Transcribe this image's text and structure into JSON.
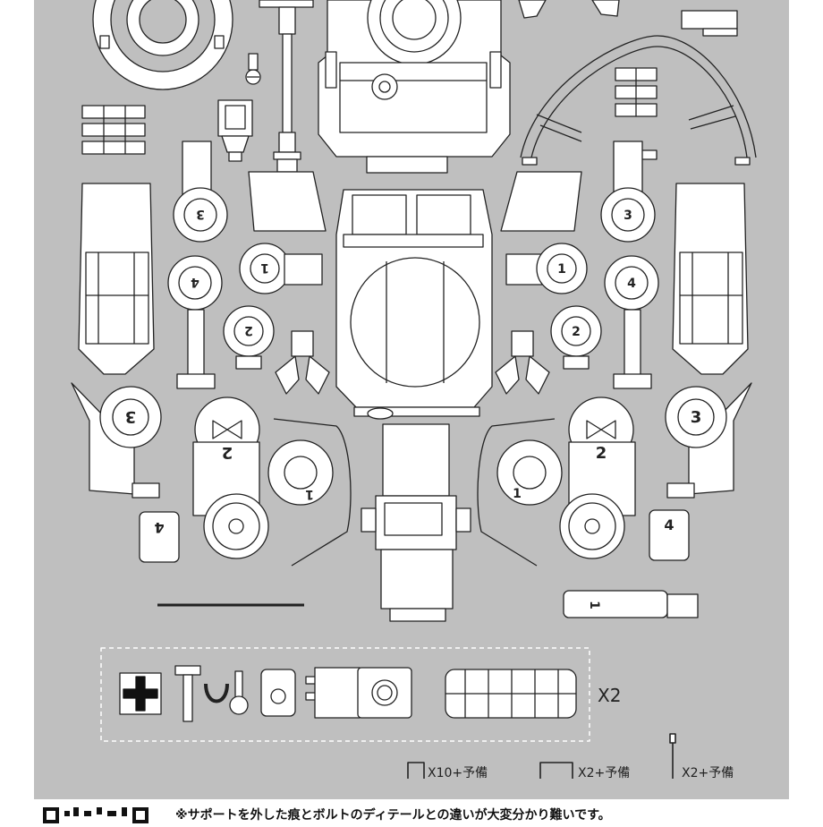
{
  "sheet": {
    "background": "#bfbfbf",
    "outline": "#222222",
    "part_fill": "#ffffff"
  },
  "labels": {
    "x2": "X2",
    "support_count_1": "X10+予備",
    "support_count_2": "X2+予備",
    "support_count_3": "X2+予備"
  },
  "part_numbers": [
    "1",
    "2",
    "3",
    "4"
  ],
  "footer": {
    "note": "※サポートを外した痕とボルトのディテールとの違いが大変分かり難いです。"
  },
  "icons": [
    "cross-insignia-icon",
    "qr-code-icon"
  ]
}
